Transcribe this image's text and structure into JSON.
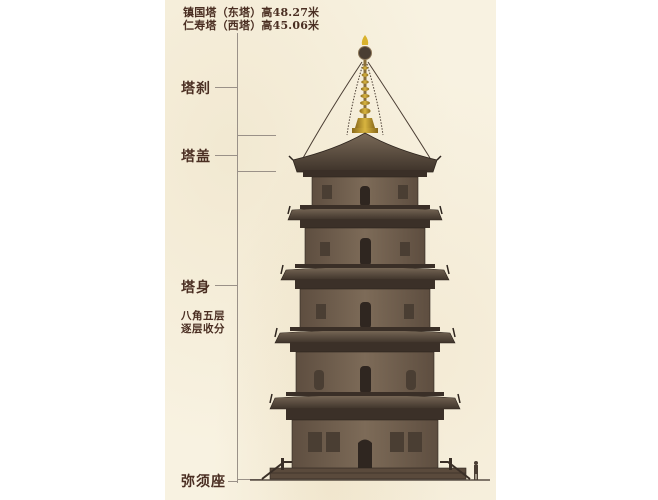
{
  "header": {
    "line1": "镇国塔（东塔）高48.27米",
    "line2": "仁寿塔（西塔）高45.06米"
  },
  "labels": {
    "spire": "塔刹",
    "canopy": "塔盖",
    "body": "塔身",
    "body_note_line1": "八角五层",
    "body_note_line2": "逐层收分",
    "base": "弥须座"
  },
  "figure": {
    "subject": "pagoda-elevation",
    "levels": 5,
    "scale_figure": "human-silhouette"
  },
  "colors": {
    "background": "#f8f2e1",
    "text": "#4a2e22",
    "leader_line": "#9a9188",
    "wood_dark": "#3b2f27",
    "wood_mid": "#6b5a4a",
    "wood_light": "#8a7864",
    "gold": "#c9a227"
  }
}
